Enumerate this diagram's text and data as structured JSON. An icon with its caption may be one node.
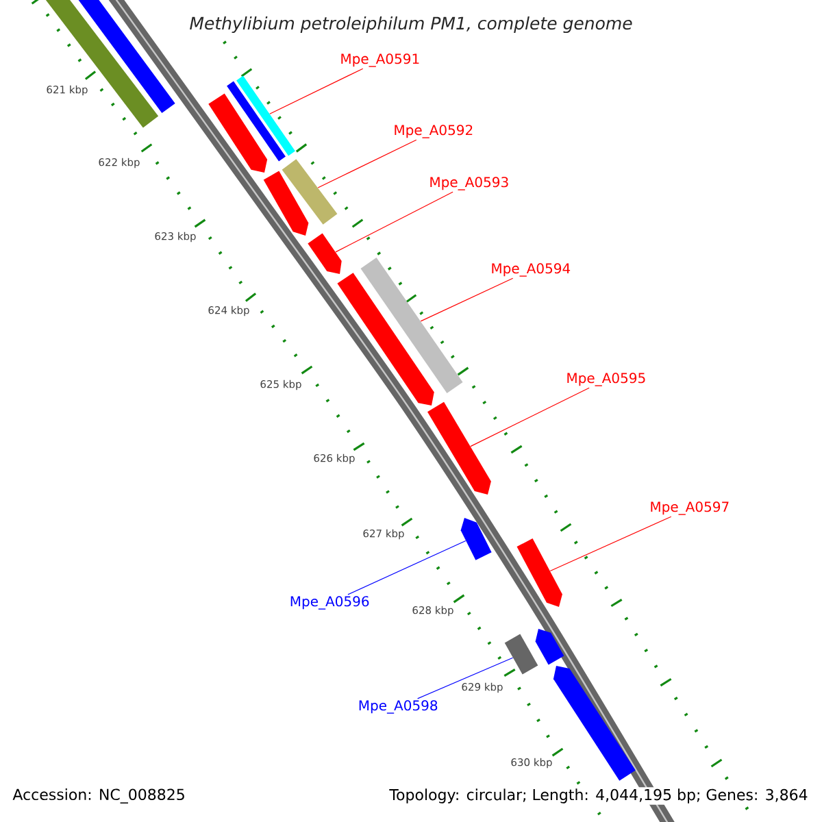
{
  "diagram": {
    "title": "Methylibium petroleiphilum PM1, complete genome",
    "nodes": [
      {
        "text": [
          "Mpe_A0591"
        ]
      },
      {
        "text": [
          "Mpe_A0592"
        ]
      },
      {
        "text": [
          "Mpe_A0593"
        ]
      },
      {
        "text": [
          "Mpe_A0594"
        ]
      },
      {
        "text": [
          "Mpe_A0595"
        ]
      },
      {
        "text": [
          "Mpe_A0597"
        ]
      },
      {
        "text": [
          "Mpe_A0596"
        ]
      },
      {
        "text": [
          "Mpe_A0598"
        ]
      },
      {
        "text": [],
        "shape": "bar"
      },
      {
        "text": [],
        "shape": "bar"
      },
      {
        "text": [],
        "shape": "bar"
      },
      {
        "text": [],
        "shape": "bar"
      },
      {
        "text": [],
        "shape": "arrow"
      },
      {
        "text": [],
        "shape": "bar"
      },
      {
        "text": [],
        "shape": "arrow"
      },
      {
        "text": [],
        "shape": "arrow"
      },
      {
        "text": [],
        "shape": "bar"
      },
      {
        "text": [],
        "shape": "arrow"
      },
      {
        "text": [],
        "shape": "arrow"
      },
      {
        "text": [],
        "shape": "arrow"
      },
      {
        "text": [],
        "shape": "arrow"
      },
      {
        "text": [],
        "shape": "arrow"
      },
      {
        "text": [],
        "shape": "bar"
      },
      {
        "text": [],
        "shape": "arrow"
      }
    ],
    "edges": [
      {
        "from": 0,
        "to": 11,
        "arrow": "none"
      },
      {
        "from": 1,
        "to": 13,
        "arrow": "none"
      },
      {
        "from": 2,
        "to": 15,
        "arrow": "none"
      },
      {
        "from": 3,
        "to": 16,
        "arrow": "none"
      },
      {
        "from": 4,
        "to": 18,
        "arrow": "none"
      },
      {
        "from": 5,
        "to": 20,
        "arrow": "none"
      },
      {
        "from": 6,
        "to": 19,
        "arrow": "none",
        "color": "#0000ff"
      },
      {
        "from": 7,
        "to": 22,
        "arrow": "none",
        "color": "#0000ff"
      }
    ],
    "labels": [
      "621 kbp",
      "622 kbp",
      "623 kbp",
      "624 kbp",
      "625 kbp",
      "626 kbp",
      "627 kbp",
      "628 kbp",
      "629 kbp",
      "630 kbp",
      "Accession: NC_008825",
      "Topology: circular; Length: 4,044,195 bp; Genes: 3,864"
    ]
  }
}
